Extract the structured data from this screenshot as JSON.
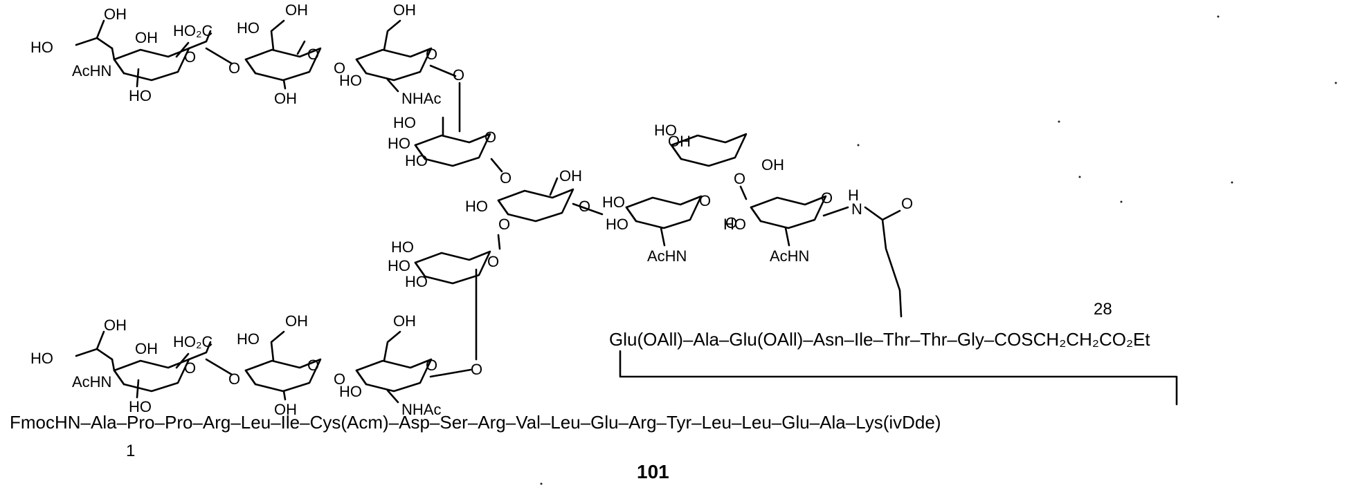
{
  "peptide": {
    "upper_chain": "Glu(OAll)–Ala–Glu(OAll)–Asn–Ile–Thr–Thr–Gly–COSCH₂CH₂CO₂Et",
    "upper_position_label": "28",
    "lower_chain": "FmocHN–Ala–Pro–Pro–Arg–Leu–Ile–Cys(Acm)–Asp–Ser–Arg–Val–Leu–Glu–Arg–Tyr–Leu–Leu–Glu–Ala–Lys(ivDde)",
    "lower_position_label": "1"
  },
  "compound_label": "101",
  "atom_labels": {
    "sia1_ho_side": "HO",
    "sia1_oh_top": "OH",
    "sia1_oh2": "OH",
    "sia1_ho2c": "HO₂C",
    "sia1_achn": "AcHN",
    "sia1_ho_bottom": "HO",
    "gal1_ho": "HO",
    "gal1_oh_ch2": "OH",
    "gal1_oh_bottom": "OH",
    "glc1_oh": "OH",
    "glc1_ho": "HO",
    "glc1_nhac": "NHAc",
    "man1_ho_a": "HO",
    "man1_ho_b": "HO",
    "man1_ho_c": "HO",
    "core_ho": "HO",
    "core_oh": "OH",
    "core_ho2": "HO",
    "glcnac1_ho": "HO",
    "glcnac1_achn": "AcHN",
    "fuc_ho": "HO",
    "fuc_oh": "OH",
    "fuc_oh2": "OH",
    "glcnac2_ho": "HO",
    "glcnac2_achn": "AcHN",
    "amide_h": "H",
    "amide_n": "N",
    "amide_o": "O",
    "man2_ho_a": "HO",
    "man2_ho_b": "HO",
    "man2_ho_c": "HO",
    "sia2_ho_side": "HO",
    "sia2_oh_top": "OH",
    "sia2_oh2": "OH",
    "sia2_ho2c": "HO₂C",
    "sia2_achn": "AcHN",
    "sia2_ho_bottom": "HO",
    "gal2_ho": "HO",
    "gal2_oh_ch2": "OH",
    "gal2_oh_bottom": "OH",
    "glc2_oh": "OH",
    "glc2_ho": "HO",
    "glc2_nhac": "NHAc",
    "ring_o": "O"
  }
}
